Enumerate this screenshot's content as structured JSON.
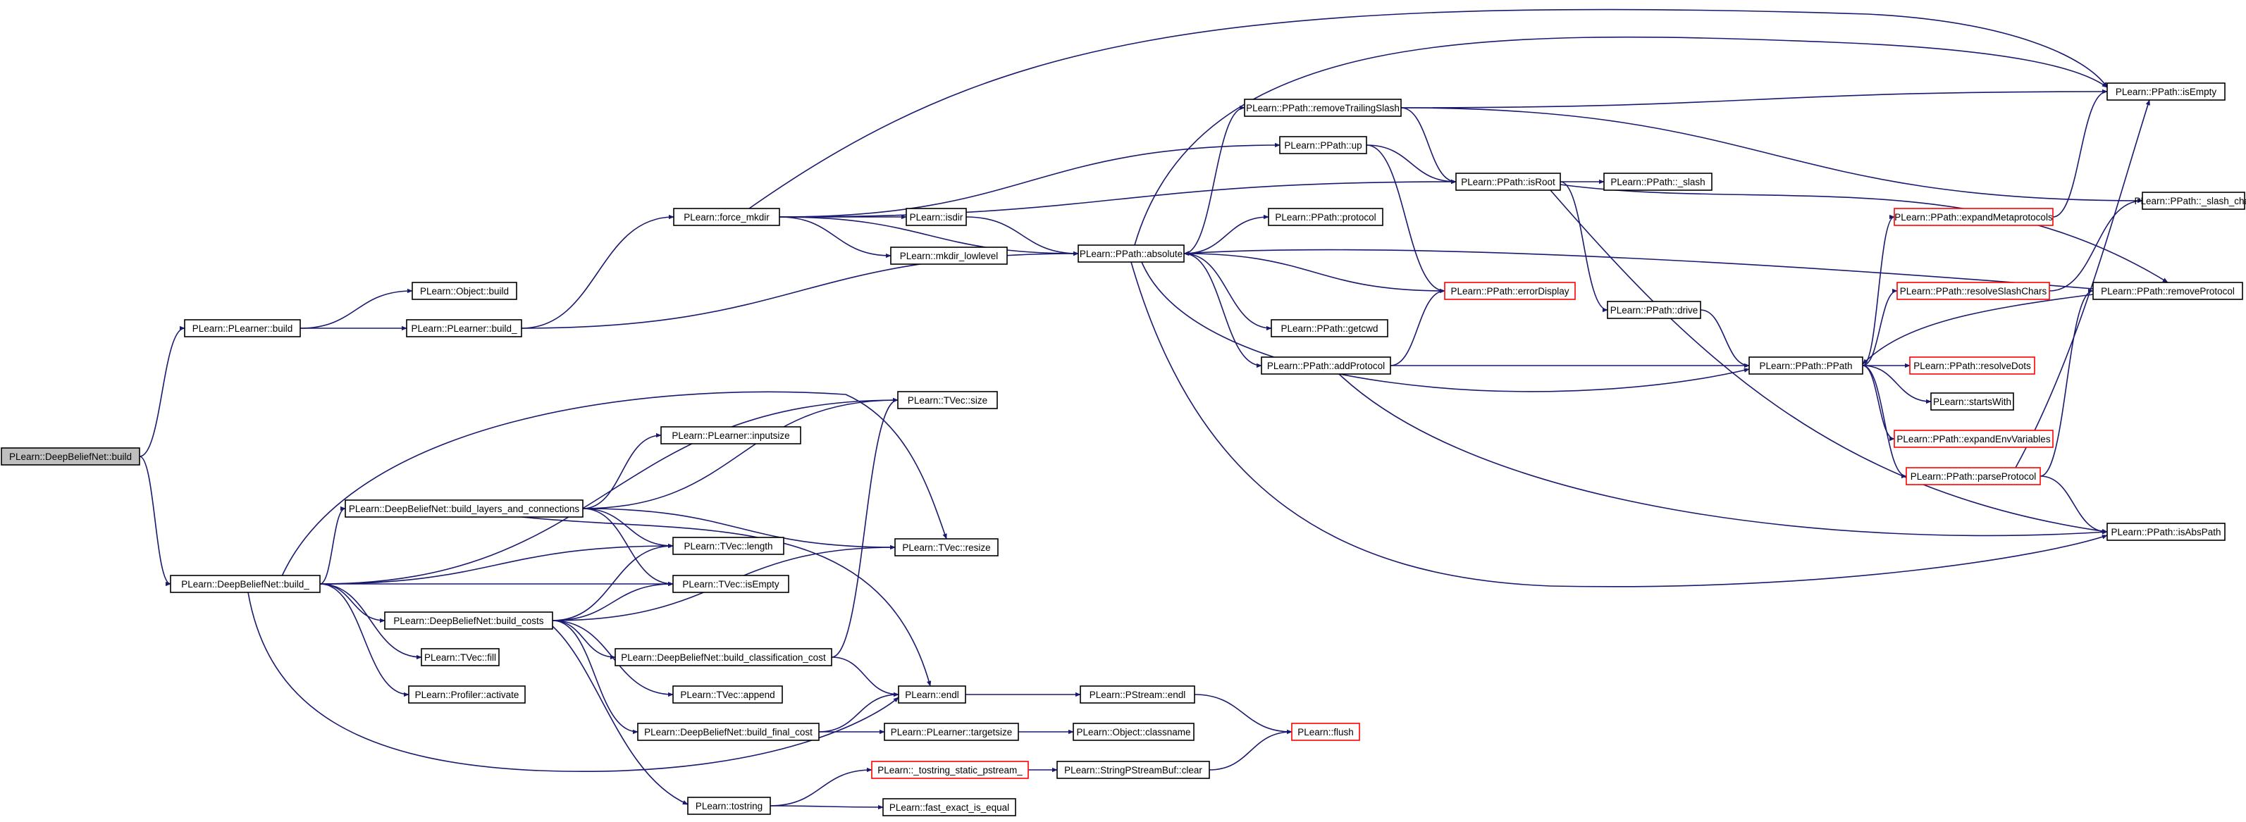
{
  "colors": {
    "edge": "#191970",
    "node_border": "#000000",
    "node_border_truncated": "#ff0000",
    "root_fill": "#bfbfbf"
  },
  "nodes": [
    {
      "id": "n1",
      "label": "PLearn::DeepBeliefNet::build"
    },
    {
      "id": "n2",
      "label": "PLearn::PLearner::build"
    },
    {
      "id": "n3",
      "label": "PLearn::DeepBeliefNet::build_"
    },
    {
      "id": "n4",
      "label": "PLearn::Object::build"
    },
    {
      "id": "n5",
      "label": "PLearn::PLearner::build_"
    },
    {
      "id": "n6",
      "label": "PLearn::force_mkdir"
    },
    {
      "id": "n7",
      "label": "PLearn::PPath::absolute"
    },
    {
      "id": "n8",
      "label": "PLearn::isdir"
    },
    {
      "id": "n9",
      "label": "PLearn::mkdir_lowlevel"
    },
    {
      "id": "n10",
      "label": "PLearn::PPath::removeTrailingSlash"
    },
    {
      "id": "n11",
      "label": "PLearn::PPath::up"
    },
    {
      "id": "n12",
      "label": "PLearn::PPath::isRoot"
    },
    {
      "id": "n13",
      "label": "PLearn::PPath::_slash"
    },
    {
      "id": "n14",
      "label": "PLearn::PPath::protocol"
    },
    {
      "id": "n15",
      "label": "PLearn::PPath::errorDisplay"
    },
    {
      "id": "n16",
      "label": "PLearn::PPath::getcwd"
    },
    {
      "id": "n17",
      "label": "PLearn::PPath::addProtocol"
    },
    {
      "id": "n18",
      "label": "PLearn::PPath::drive"
    },
    {
      "id": "n19",
      "label": "PLearn::PPath::PPath"
    },
    {
      "id": "n20",
      "label": "PLearn::PPath::isEmpty"
    },
    {
      "id": "n21",
      "label": "PLearn::PPath::_slash_char"
    },
    {
      "id": "n22",
      "label": "PLearn::PPath::expandMetaprotocols"
    },
    {
      "id": "n23",
      "label": "PLearn::PPath::resolveSlashChars"
    },
    {
      "id": "n24",
      "label": "PLearn::PPath::removeProtocol"
    },
    {
      "id": "n25",
      "label": "PLearn::PPath::resolveDots"
    },
    {
      "id": "n26",
      "label": "PLearn::startsWith"
    },
    {
      "id": "n27",
      "label": "PLearn::PPath::expandEnvVariables"
    },
    {
      "id": "n28",
      "label": "PLearn::PPath::parseProtocol"
    },
    {
      "id": "n29",
      "label": "PLearn::PPath::isAbsPath"
    },
    {
      "id": "n30",
      "label": "PLearn::TVec::size"
    },
    {
      "id": "n31",
      "label": "PLearn::PLearner::inputsize"
    },
    {
      "id": "n32",
      "label": "PLearn::DeepBeliefNet::build_layers_and_connections"
    },
    {
      "id": "n33",
      "label": "PLearn::TVec::resize"
    },
    {
      "id": "n34",
      "label": "PLearn::TVec::length"
    },
    {
      "id": "n35",
      "label": "PLearn::TVec::isEmpty"
    },
    {
      "id": "n36",
      "label": "PLearn::DeepBeliefNet::build_costs"
    },
    {
      "id": "n37",
      "label": "PLearn::DeepBeliefNet::build_classification_cost"
    },
    {
      "id": "n38",
      "label": "PLearn::TVec::fill"
    },
    {
      "id": "n39",
      "label": "PLearn::Profiler::activate"
    },
    {
      "id": "n40",
      "label": "PLearn::TVec::append"
    },
    {
      "id": "n41",
      "label": "PLearn::endl"
    },
    {
      "id": "n42",
      "label": "PLearn::PStream::endl"
    },
    {
      "id": "n43",
      "label": "PLearn::DeepBeliefNet::build_final_cost"
    },
    {
      "id": "n44",
      "label": "PLearn::PLearner::targetsize"
    },
    {
      "id": "n45",
      "label": "PLearn::Object::classname"
    },
    {
      "id": "n46",
      "label": "PLearn::flush"
    },
    {
      "id": "n47",
      "label": "PLearn::_tostring_static_pstream_"
    },
    {
      "id": "n48",
      "label": "PLearn::StringPStreamBuf::clear"
    },
    {
      "id": "n49",
      "label": "PLearn::tostring"
    },
    {
      "id": "n50",
      "label": "PLearn::fast_exact_is_equal"
    }
  ]
}
